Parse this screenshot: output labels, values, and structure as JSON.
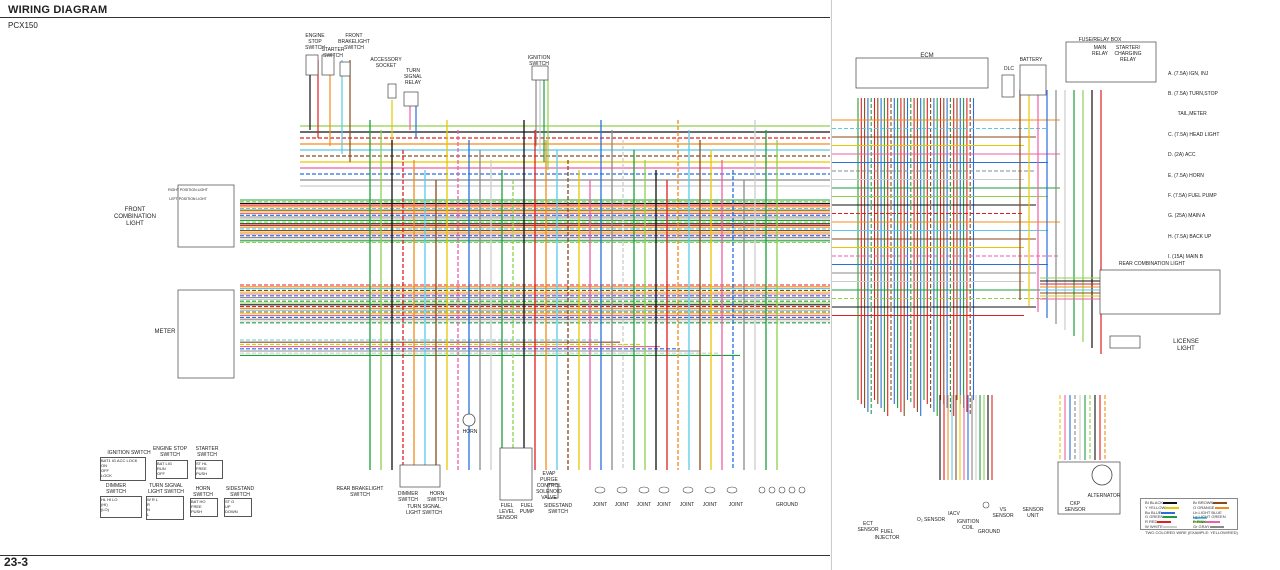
{
  "header": {
    "title": "WIRING DIAGRAM",
    "model": "PCX150",
    "page_number": "23-3"
  },
  "components": {
    "engine_stop_switch": "ENGINE\nSTOP\nSWITCH",
    "starter_switch": "STARTER\nSWITCH",
    "front_brakelight_switch": "FRONT\nBRAKELIGHT\nSWITCH",
    "accessory_socket": "ACCESSORY\nSOCKET",
    "turn_signal_relay": "TURN\nSIGNAL\nRELAY",
    "ignition_switch": "IGNITION\nSWITCH",
    "front_combination_light": "FRONT\nCOMBINATION\nLIGHT",
    "right_position_light": "RIGHT POSITION LIGHT",
    "left_position_light": "LEFT POSITION LIGHT",
    "meter": "METER",
    "horn": "HORN",
    "rear_brakelight_switch": "REAR BRAKELIGHT\nSWITCH",
    "dimmer_switch": "DIMMER\nSWITCH",
    "horn_switch": "HORN\nSWITCH",
    "turn_signal_light_switch": "TURN SIGNAL\nLIGHT SWITCH",
    "fuel_level_sensor": "FUEL\nLEVEL\nSENSOR",
    "fuel_pump": "FUEL\nPUMP",
    "evap_valve": "EVAP\nPURGE\nCONTROL\nSOLENOID\nVALVE",
    "sidestand_switch": "SIDESTAND\nSWITCH",
    "joint": "JOINT",
    "ground": "GROUND",
    "ecm": "ECM",
    "dlc": "DLC",
    "battery": "BATTERY",
    "fuse_relay_box": "FUSE/RELAY BOX",
    "main_relay": "MAIN\nRELAY",
    "starter_charging_relay": "STARTER/\nCHARGING\nRELAY",
    "rear_combination_light": "REAR COMBINATION LIGHT",
    "license_light": "LICENSE LIGHT",
    "ect_sensor": "ECT\nSENSOR",
    "fuel_injector": "FUEL\nINJECTOR",
    "o2_sensor": "O₂ SENSOR",
    "iacv": "IACV",
    "ignition_coil": "IGNITION\nCOIL",
    "vs_sensor": "VS\nSENSOR",
    "sensor_unit": "SENSOR\nUNIT",
    "ckp_sensor": "CKP\nSENSOR",
    "alternator": "ALTERNATOR"
  },
  "fuses": [
    "A. (7.5A) IGN, INJ",
    "B. (7.5A) TURN,STOP",
    "       TAIL,METER",
    "C. (7.5A) HEAD LIGHT",
    "D. (2A) ACC",
    "E. (7.5A) HORN",
    "F. (7.5A) FUEL PUMP",
    "G. (25A) MAIN A",
    "H. (7.5A) BACK UP",
    "I. (15A) MAIN B"
  ],
  "switch_tables": [
    {
      "name": "IGNITION SWITCH",
      "rows": [
        "BAT1  IG  ACC  LOCK",
        "ON",
        "OFF",
        "LOCK"
      ]
    },
    {
      "name": "ENGINE STOP\nSWITCH",
      "rows": [
        "BAT  LIG",
        "RUN",
        "OFF"
      ]
    },
    {
      "name": "STARTER\nSWITCH",
      "rows": [
        "ST  HL",
        "FREE",
        "PUSH"
      ]
    },
    {
      "name": "DIMMER\nSWITCH",
      "rows": [
        "HL  HI  LO",
        "(HI)",
        "(LO)"
      ]
    },
    {
      "name": "TURN SIGNAL\nLIGHT SWITCH",
      "rows": [
        "W  R  L",
        "R",
        "N",
        "L"
      ]
    },
    {
      "name": "HORN\nSWITCH",
      "rows": [
        "BAT  HO",
        "FREE",
        "PUSH"
      ]
    },
    {
      "name": "SIDESTAND\nSWITCH",
      "rows": [
        "ST  G",
        "UP",
        "DOWN"
      ]
    }
  ],
  "color_legend": [
    {
      "code": "BI",
      "name": "BLACK",
      "color": "#111111"
    },
    {
      "code": "Y",
      "name": "YELLOW",
      "color": "#e7c800"
    },
    {
      "code": "Bu",
      "name": "BLUE",
      "color": "#2a6fdb"
    },
    {
      "code": "G",
      "name": "GREEN",
      "color": "#1e9e3a"
    },
    {
      "code": "R",
      "name": "RED",
      "color": "#e02020"
    },
    {
      "code": "W",
      "name": "WHITE",
      "color": "#cccccc"
    },
    {
      "code": "Br",
      "name": "BROWN",
      "color": "#8b4a1c"
    },
    {
      "code": "O",
      "name": "ORANGE",
      "color": "#f28c1a"
    },
    {
      "code": "Lb",
      "name": "LIGHT BLUE",
      "color": "#5ac8e8"
    },
    {
      "code": "Lg",
      "name": "LIGHT GREEN",
      "color": "#8fd14f"
    },
    {
      "code": "P",
      "name": "PINK",
      "color": "#ee5fa7"
    },
    {
      "code": "Gr",
      "name": "GRAY",
      "color": "#8a8a8a"
    }
  ],
  "legend_note": "TWO COLORED WIRE (EXAMPLE: YELLOW/RED)"
}
